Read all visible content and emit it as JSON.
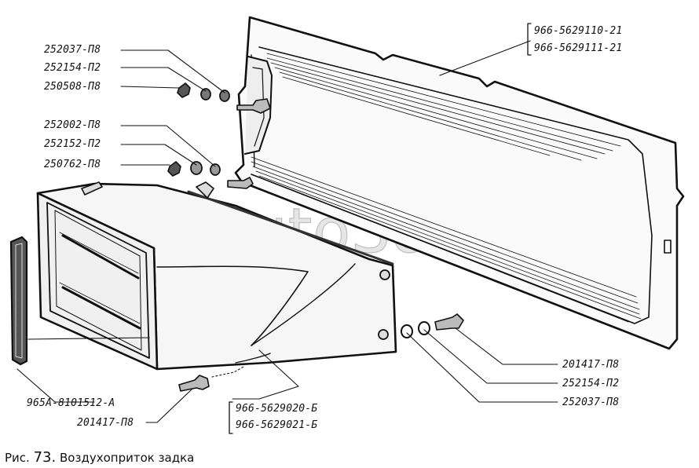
{
  "labels": {
    "panel_a": "966-5629110-21",
    "panel_b": "966-5629111-21",
    "nut_top_1": "252037-П8",
    "nut_top_2": "252154-П2",
    "nut_top_3": "250508-П8",
    "nut_mid_1": "252002-П8",
    "nut_mid_2": "252152-П2",
    "nut_mid_3": "250762-П8",
    "bolt_right": "201417-П8",
    "washer_right": "252154-П2",
    "washer_right_2": "252037-П8",
    "filter": "965А-8101512-А",
    "bolt_bottom": "201417-П8",
    "duct_a": "966-5629020-Б",
    "duct_b": "966-5629021-Б"
  },
  "caption": {
    "prefix": "Рис.",
    "number": "73.",
    "title": "Воздухоприток задка"
  },
  "watermark": "AutoSoft"
}
